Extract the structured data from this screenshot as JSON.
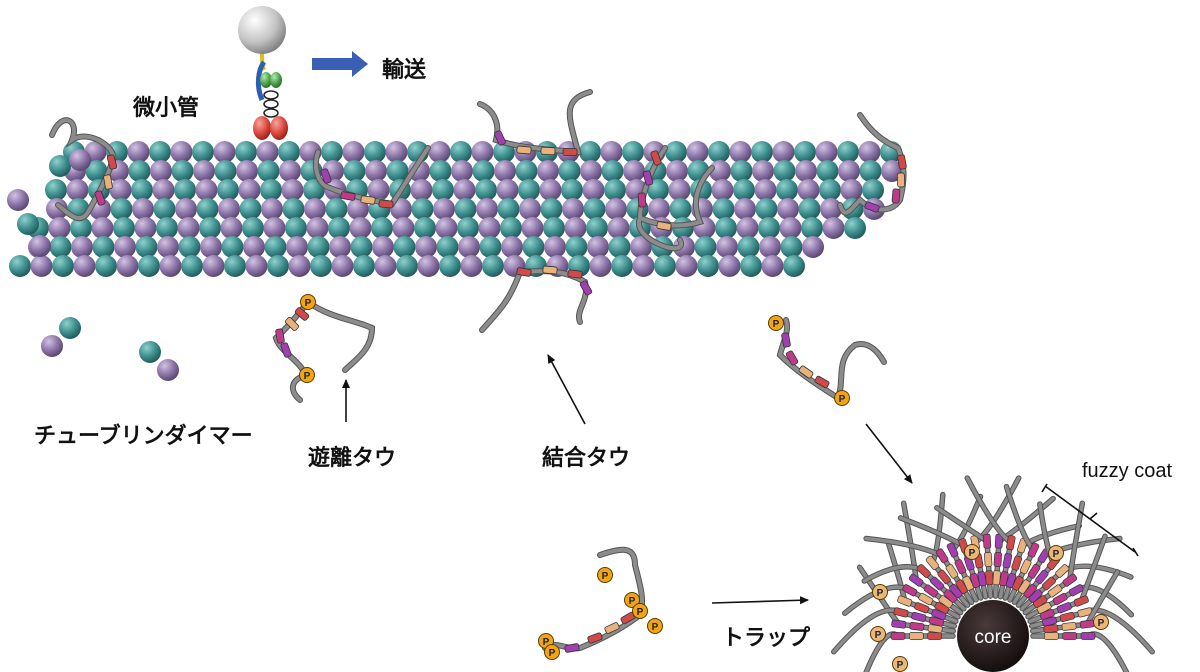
{
  "labels": {
    "microtubule": "微小管",
    "transport": "輸送",
    "tubulin_dimer": "チューブリンダイマー",
    "free_tau": "遊離タウ",
    "bound_tau": "結合タウ",
    "fuzzy_coat": "fuzzy coat",
    "trap": "トラップ",
    "core": "core",
    "phospho": "P"
  },
  "colors": {
    "tubulin_teal": "#3e8f8f",
    "tubulin_purple": "#8d74a8",
    "tau_chain": "#8c8c8c",
    "segment_red": "#cf4a4a",
    "segment_tan": "#e9b27c",
    "segment_purple": "#a040b0",
    "segment_magenta": "#c03a8a",
    "phospho_fill": "#f2a514",
    "phospho_fill_light": "#e9b77a",
    "arrow_blue": "#3b5fb5",
    "kinesin_green": "#4aa04a",
    "kinesin_red": "#d9453a",
    "core_fill": "#1e1414"
  }
}
